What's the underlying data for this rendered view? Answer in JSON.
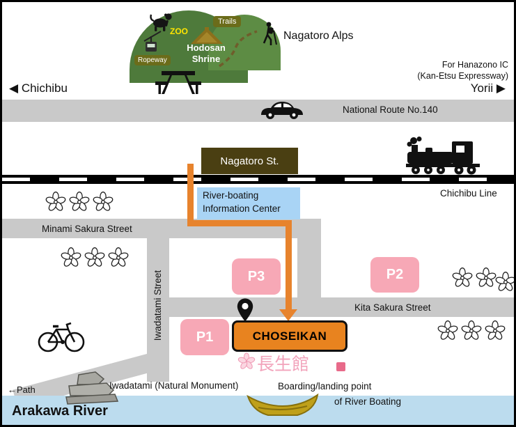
{
  "top": {
    "zoo": "ZOO",
    "trails": "Trails",
    "nagatoro_alps": "Nagatoro Alps",
    "hodosan_shrine": "Hodosan Shrine",
    "ropeway": "Ropeway"
  },
  "directions": {
    "west_arrow": "◀",
    "west": "Chichibu",
    "east": "Yorii",
    "east_arrow": "▶",
    "hanazono_line1": "For Hanazono IC",
    "hanazono_line2": "(Kan-Etsu Expressway)"
  },
  "roads": {
    "national_route": "National Route No.140",
    "chichibu_line": "Chichibu Line",
    "minami_sakura": "Minami Sakura Street",
    "kita_sakura": "Kita Sakura Street",
    "iwadatami_street": "Iwadatami Street",
    "path": "←Path"
  },
  "station": {
    "name": "Nagatoro St."
  },
  "info_center": {
    "label": "River-boating Information Center"
  },
  "parking": {
    "p1": "P1",
    "p2": "P2",
    "p3": "P3"
  },
  "destination": {
    "name": "CHOSEIKAN",
    "japanese": "長生館"
  },
  "river": {
    "name": "Arakawa River",
    "boarding_line1": "Boarding/landing point",
    "boarding_line2": "of River Boating"
  },
  "landmarks": {
    "iwadatami": "Iwadatami (Natural Monument)"
  },
  "colors": {
    "hill_green": "#4e7a3b",
    "hill_green_light": "#5d8c44",
    "olive_badge": "#6b6c1a",
    "station_brown": "#4a3f12",
    "road_gray": "#c9c9c9",
    "route_orange": "#e7832d",
    "parking_pink": "#f7a8b6",
    "choseikan_orange": "#e8831f",
    "info_blue": "#a9d4f5",
    "river_blue": "#bcdcee"
  }
}
